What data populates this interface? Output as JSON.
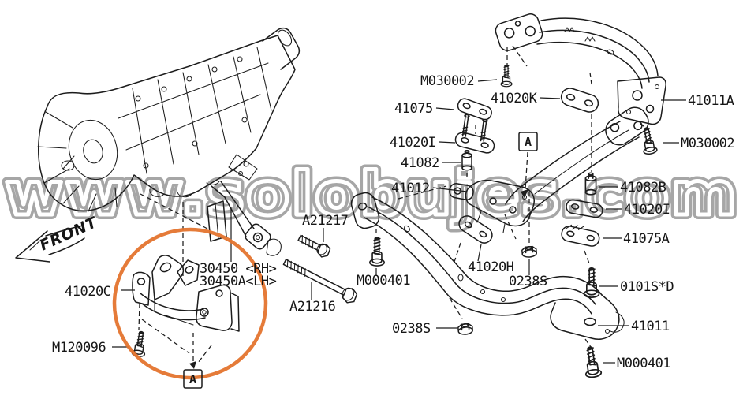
{
  "watermark": {
    "text": "www.solobujes.com",
    "color": "#a6a6a6"
  },
  "direction": {
    "front_label": "FRONT"
  },
  "markers": {
    "a": "A"
  },
  "colors": {
    "line": "#1c1c1c",
    "highlight_circle": "#e4742e",
    "watermark_gray": "#a6a6a6",
    "background": "#ffffff"
  },
  "callouts": {
    "m030002_top": "M030002",
    "p41075": "41075",
    "p41020k": "41020K",
    "p41011a": "41011A",
    "m030002_right": "M030002",
    "p41020i_left": "41020I",
    "p41082": "41082",
    "p41012": "41012",
    "p41082b": "41082B",
    "p41020i_right": "41020I",
    "p41075a": "41075A",
    "a21217": "A21217",
    "p30450_rh": "30450 <RH>",
    "p30450a_lh": "30450A<LH>",
    "a21216": "A21216",
    "m000401_mid": "M000401",
    "p41020h": "41020H",
    "p0238s_upper": "0238S",
    "p0101s_d": "0101S*D",
    "p0238s_lower": "0238S",
    "p41011": "41011",
    "m000401_bottom": "M000401",
    "m120096": "M120096",
    "p41020c": "41020C"
  }
}
